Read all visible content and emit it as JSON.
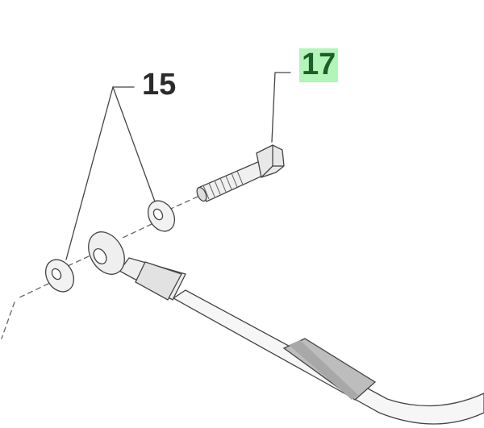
{
  "diagram": {
    "callouts": [
      {
        "id": "15",
        "label": "15",
        "highlighted": false
      },
      {
        "id": "17",
        "label": "17",
        "highlighted": true
      }
    ],
    "highlight_color": "#b3f5b8",
    "highlight_text_color": "#1b5e2a"
  }
}
